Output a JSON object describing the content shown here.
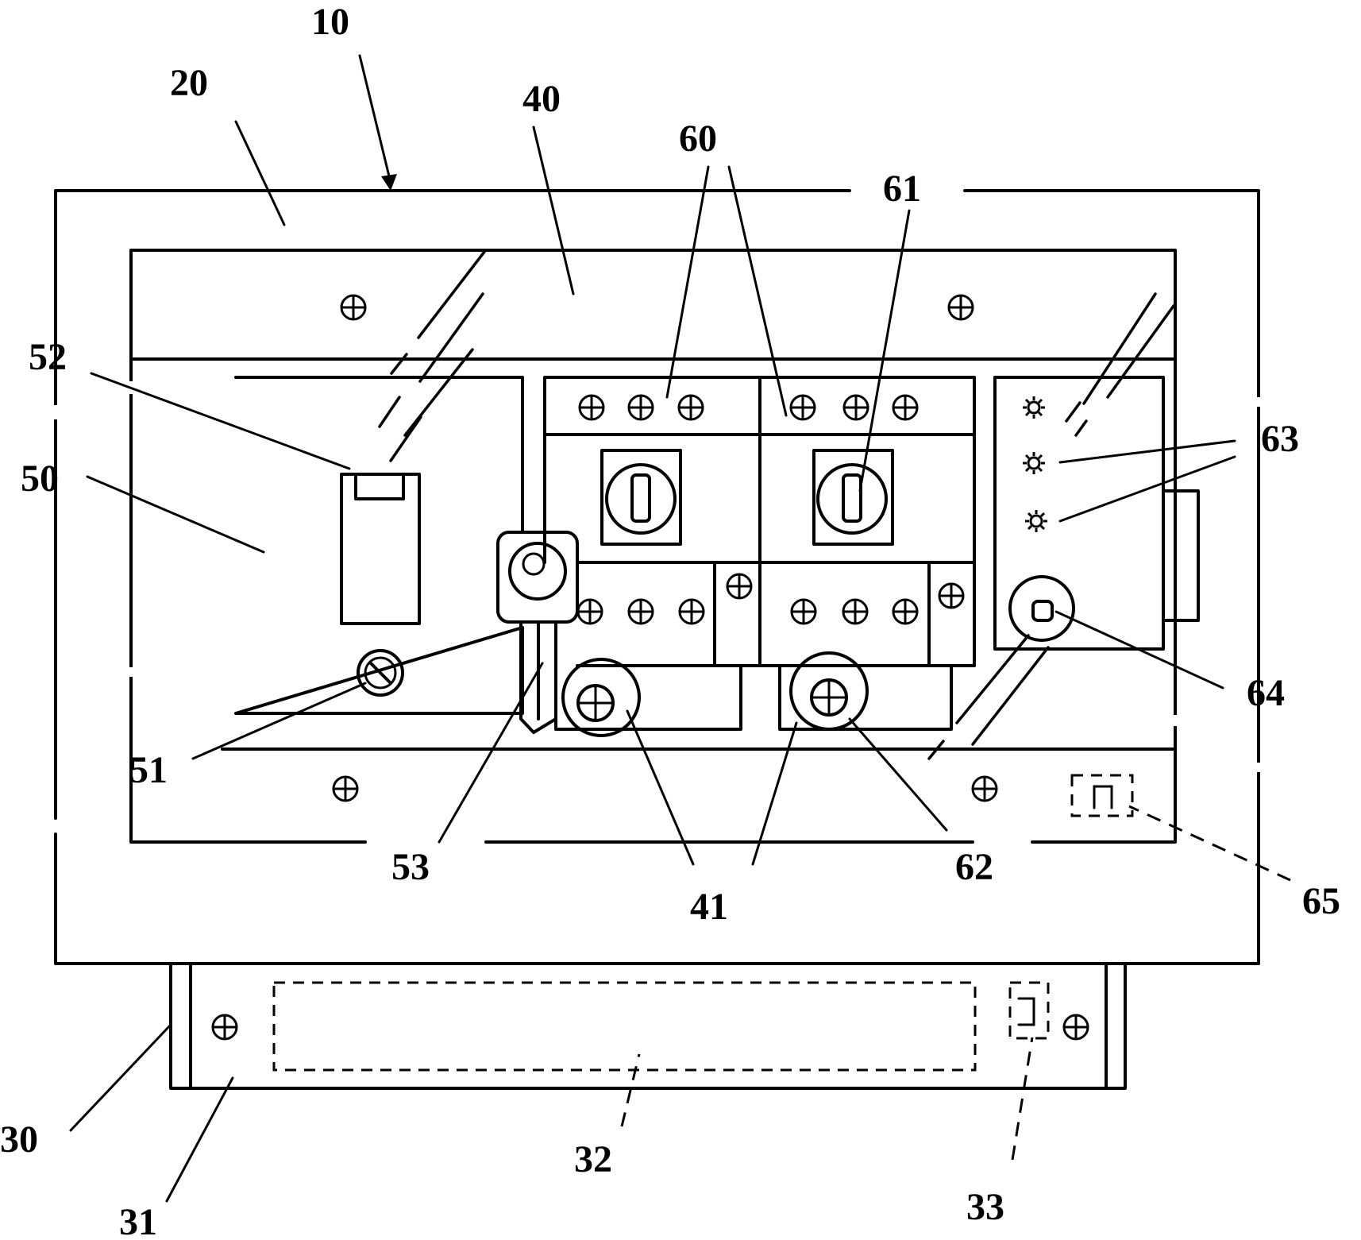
{
  "labels": {
    "l10": "10",
    "l20": "20",
    "l40": "40",
    "l60": "60",
    "l61": "61",
    "l52": "52",
    "l50": "50",
    "l63": "63",
    "l64": "64",
    "l51": "51",
    "l53": "53",
    "l41": "41",
    "l62": "62",
    "l65": "65",
    "l30": "30",
    "l31": "31",
    "l32": "32",
    "l33": "33"
  }
}
